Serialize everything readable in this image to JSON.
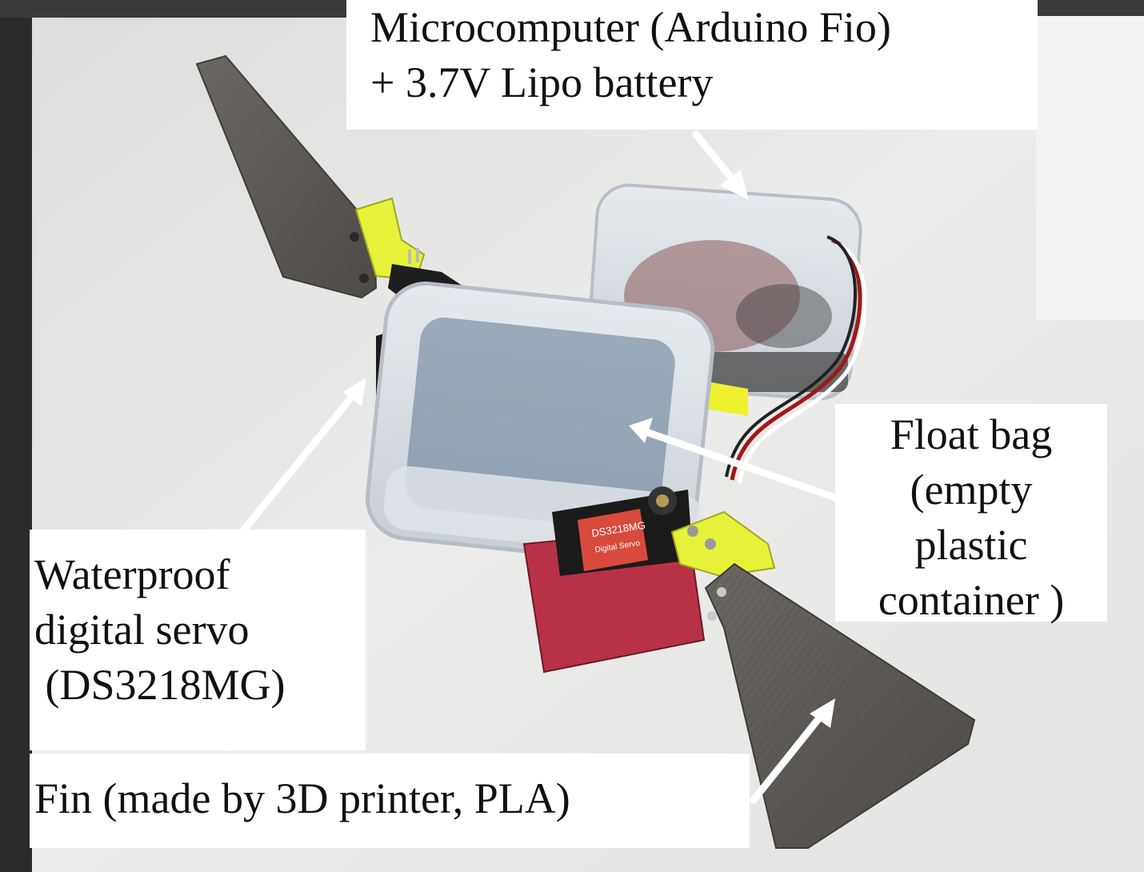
{
  "figure": {
    "labels": {
      "microcomputer": [
        "Microcomputer  (Arduino Fio)",
        "+ 3.7V Lipo battery"
      ],
      "float_bag": [
        "Float bag",
        "(empty",
        "plastic",
        "container )"
      ],
      "servo": [
        "Waterproof",
        "digital servo",
        " (DS3218MG)"
      ],
      "fin": [
        "Fin (made by 3D printer, PLA)"
      ]
    },
    "servo_marking": "DS3218MG",
    "servo_subtext": "Digital Servo",
    "colors": {
      "label_bg": "#ffffff",
      "fin": "#5a5753",
      "bracket": "#e6f23a",
      "servo_red": "#c2364a",
      "container": "#d8dde2",
      "table": "#e9e9e7"
    }
  }
}
